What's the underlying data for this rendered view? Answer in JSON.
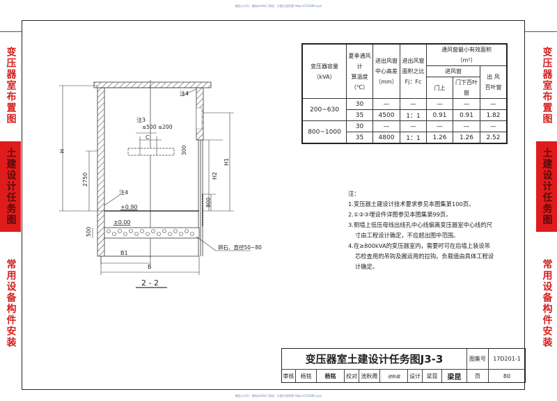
{
  "watermark": "微信公众号：微信weifat | 网站：大猫工程资源 https://521866.xyz/",
  "side_tabs_left": [
    {
      "label": "变压器室布置图",
      "active": false
    },
    {
      "label": "土建设计任务图",
      "active": true
    },
    {
      "label": "常用设备构件安装",
      "active": false
    }
  ],
  "side_tabs_right": [
    {
      "label": "变压器室布置图",
      "active": false
    },
    {
      "label": "土建设计任务图",
      "active": true
    },
    {
      "label": "常用设备构件安装",
      "active": false
    }
  ],
  "drawing": {
    "section_label": "2 - 2",
    "labels": {
      "note3": "注3",
      "note4_top": "注4",
      "note4_mid": "注4",
      "dim_500_left": "≤500",
      "dim_200": "≤200",
      "c": "C",
      "dim_300": "300",
      "h": "H",
      "h1": "H1",
      "h2": "H2",
      "dim_2750": "2750",
      "dim_800": "800",
      "dim_500": "500",
      "elev_090": "+0.90",
      "elev_000": "±0.00",
      "gravel": "卵石、直径50~80",
      "b1": "B1",
      "b": "B"
    }
  },
  "table": {
    "headers": {
      "capacity": "变压器容量（kVA）",
      "temp": [
        "夏季通风计",
        "算温度",
        "（℃）"
      ],
      "height_diff": [
        "进出风窗",
        "中心高差",
        "（mm）"
      ],
      "area_ratio": [
        "进出风窗",
        "面积之比",
        "Fj：Fc"
      ],
      "min_area": [
        "通风窗最小有效面积",
        "（m²）"
      ],
      "inlet": "进风窗",
      "outlet": [
        "出 风",
        "百叶窗"
      ],
      "door_top": "门上",
      "door_bottom_louver": "门下百叶窗"
    },
    "rows": [
      {
        "capacity": "200~630",
        "temp": "30",
        "height_diff": "—",
        "ratio": "—",
        "door_top": "—",
        "door_bottom": "—",
        "outlet": "—"
      },
      {
        "capacity": "",
        "temp": "35",
        "height_diff": "4500",
        "ratio": "1：1",
        "door_top": "0.91",
        "door_bottom": "0.91",
        "outlet": "1.82"
      },
      {
        "capacity": "800~1000",
        "temp": "30",
        "height_diff": "—",
        "ratio": "—",
        "door_top": "—",
        "door_bottom": "—",
        "outlet": "—"
      },
      {
        "capacity": "",
        "temp": "35",
        "height_diff": "4800",
        "ratio": "1：1",
        "door_top": "1.26",
        "door_bottom": "1.26",
        "outlet": "2.52"
      }
    ]
  },
  "notes": {
    "title": "注：",
    "items": [
      "1.变压器土建设计技术要求参见本图集第100页。",
      "2.①②③埋设件详图参见本图集第99页。",
      "3.侧墙上低压母线出线孔中心线偏离变压器室中心线的尺",
      "寸由工程设计确定，不应超出图中范围。",
      "4.在≥800kVA的变压器室内，需要时可在后墙上装设吊",
      "芯检查用的吊钩及搬运用的拉钩。负载值由具体工程设",
      "计确定。"
    ]
  },
  "title_block": {
    "title": "变压器室土建设计任务图J3-3",
    "atlas_label": "图集号",
    "atlas_no": "17D201-1",
    "review_label": "审核",
    "reviewer": "杨铭",
    "reviewer_sign": "杨铭",
    "check_label": "校对",
    "checker": "池秋霞",
    "checker_sign": "池秋霞",
    "design_label": "设计",
    "designer": "梁昆",
    "designer_sign": "梁昆",
    "page_label": "页",
    "page_no": "80"
  }
}
